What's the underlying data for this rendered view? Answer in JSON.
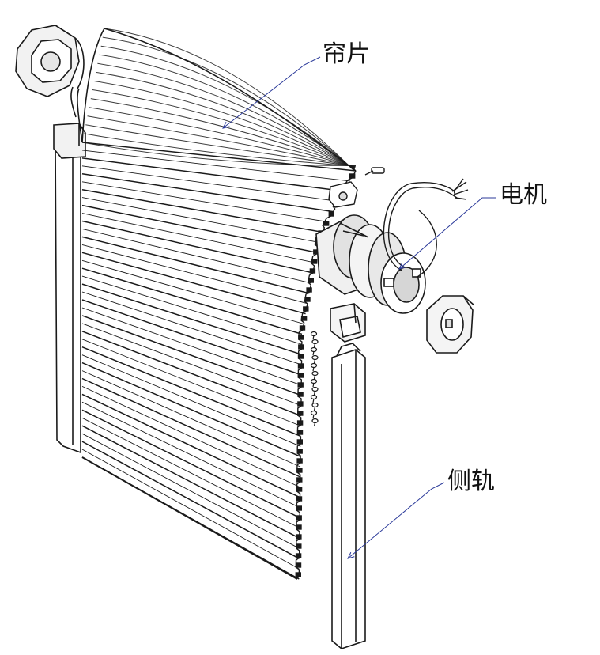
{
  "labels": {
    "curtain": "帘片",
    "motor": "电机",
    "side_rail": "侧轨"
  },
  "colors": {
    "line": "#1a1a1a",
    "leader": "#2b3a9a",
    "shade_light": "#e6e6e6",
    "shade_mid": "#cfcfcf",
    "background": "#ffffff"
  },
  "icons": [
    "motor-icon",
    "end-cap-icon",
    "screw-icon",
    "cable-icon"
  ]
}
